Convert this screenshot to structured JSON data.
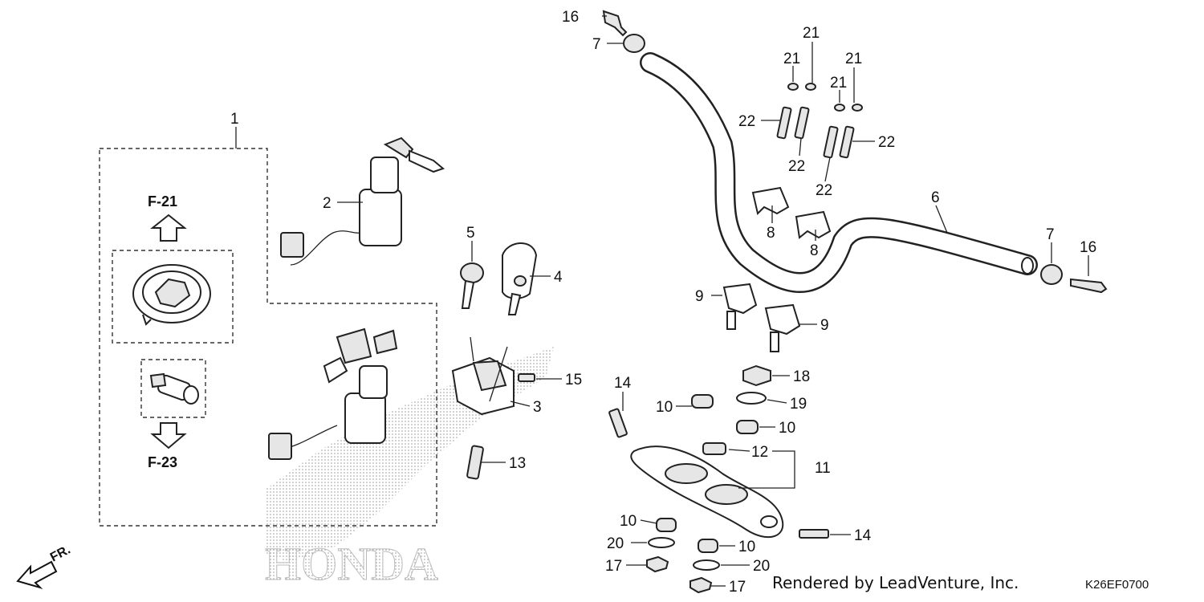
{
  "callouts": [
    "1",
    "2",
    "3",
    "4",
    "5",
    "6",
    "7",
    "7",
    "8",
    "8",
    "9",
    "9",
    "10",
    "10",
    "10",
    "10",
    "11",
    "12",
    "13",
    "14",
    "14",
    "15",
    "16",
    "16",
    "17",
    "17",
    "18",
    "19",
    "20",
    "20",
    "21",
    "21",
    "21",
    "21",
    "22",
    "22",
    "22",
    "22"
  ],
  "refs": {
    "up": "F-21",
    "down": "F-23"
  },
  "direction": "FR.",
  "watermark": "HONDA",
  "credit": "Rendered by LeadVenture, Inc.",
  "diagram_code": "K26EF0700"
}
